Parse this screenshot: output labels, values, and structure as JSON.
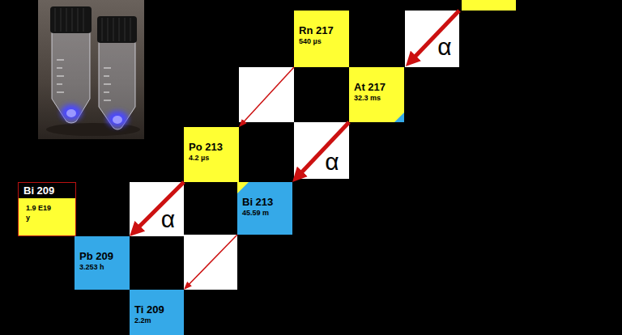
{
  "diagram": {
    "nodes": [
      {
        "text": [
          "Rn 217",
          "540 µs"
        ]
      },
      {
        "text": [
          "At 217",
          "32.3 ms"
        ]
      },
      {
        "text": [
          "Po 213",
          "4.2 µs"
        ]
      },
      {
        "text": [
          "Bi 209",
          "1.9 E19 y"
        ]
      },
      {
        "text": [
          "Bi 213",
          "45.59 m"
        ]
      },
      {
        "text": [
          "Pb 209",
          "3.253 h"
        ]
      },
      {
        "text": [
          "Ti 209",
          "2.2m"
        ]
      }
    ],
    "edges": [
      {
        "from": 0,
        "to": 2,
        "arrow": "to"
      },
      {
        "from": 1,
        "to": 4,
        "label": "α",
        "arrow": "to"
      },
      {
        "from": 2,
        "to": 5,
        "label": "α",
        "arrow": "to"
      },
      {
        "from": 4,
        "to": 6,
        "arrow": "to"
      }
    ],
    "labels": [
      "α"
    ]
  }
}
